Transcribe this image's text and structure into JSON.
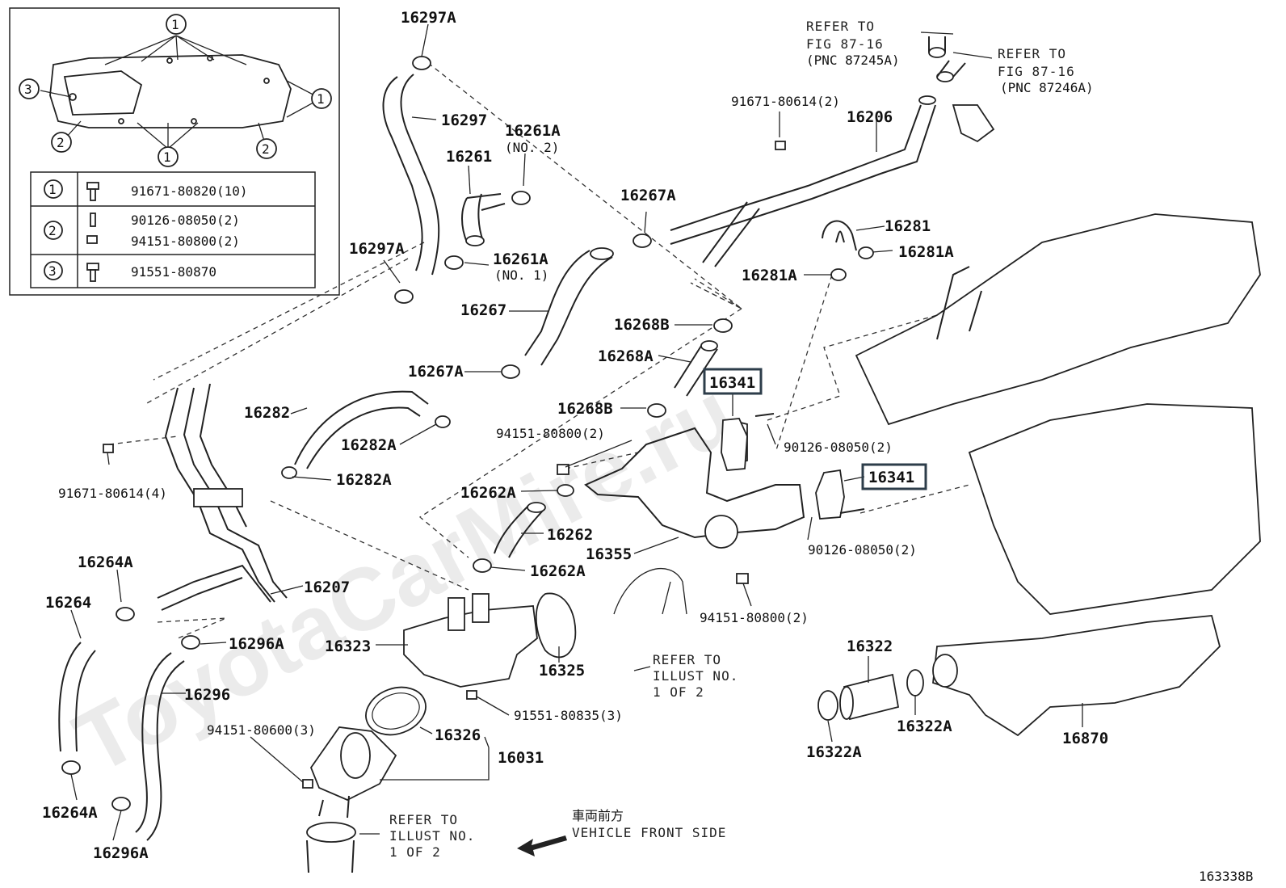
{
  "watermark": "ToyotaCarMire.ru",
  "figure_id": "163338B",
  "inset": {
    "callouts": [
      "1",
      "2",
      "3"
    ],
    "legend": [
      {
        "num": "1",
        "lines": [
          "91671-80820(10)"
        ]
      },
      {
        "num": "2",
        "lines": [
          "90126-08050(2)",
          "94151-80800(2)"
        ]
      },
      {
        "num": "3",
        "lines": [
          "91551-80870"
        ]
      }
    ]
  },
  "refs": {
    "ref1": [
      "REFER TO",
      "FIG 87-16",
      "(PNC 87245A)"
    ],
    "ref2": [
      "REFER TO",
      "FIG 87-16",
      "(PNC 87246A)"
    ],
    "ref3": [
      "REFER TO",
      "ILLUST NO.",
      "1 OF 2"
    ],
    "ref4": [
      "REFER TO",
      "ILLUST NO.",
      "1 OF 2"
    ]
  },
  "front": {
    "jp": "車両前方",
    "en": "VEHICLE FRONT SIDE"
  },
  "labels": {
    "p16297A_top": "16297A",
    "p16297": "16297",
    "p16261": "16261",
    "p16261A_no2": "16261A",
    "no2": "(NO. 2)",
    "p16297A_left": "16297A",
    "p16261A_no1": "16261A",
    "no1": "(NO. 1)",
    "p16267A_top": "16267A",
    "p91671_80614_2": "91671-80614(2)",
    "p16206": "16206",
    "p16281": "16281",
    "p16281A_r": "16281A",
    "p16281A_l": "16281A",
    "p16267": "16267",
    "p16268B_top": "16268B",
    "p16268A": "16268A",
    "p16341_a": "16341",
    "p16267A_mid": "16267A",
    "p16282": "16282",
    "p16268B_bot": "16268B",
    "p16282A_r": "16282A",
    "p94151_80800_2a": "94151-80800(2)",
    "p90126_08050_2a": "90126-08050(2)",
    "p16341_b": "16341",
    "p16262A_top": "16262A",
    "p16282A_b": "16282A",
    "p91671_80614_4": "91671-80614(4)",
    "p16262": "16262",
    "p16355": "16355",
    "p90126_08050_2b": "90126-08050(2)",
    "p16264A_top": "16264A",
    "p16262A_bot": "16262A",
    "p16207": "16207",
    "p16264": "16264",
    "p94151_80800_2b": "94151-80800(2)",
    "p16296A_top": "16296A",
    "p16323": "16323",
    "p16322": "16322",
    "p16325": "16325",
    "p16296": "16296",
    "p91551_80835_3": "91551-80835(3)",
    "p16322A_r": "16322A",
    "p94151_80600_3": "94151-80600(3)",
    "p16326": "16326",
    "p16870": "16870",
    "p16031": "16031",
    "p16322A_l": "16322A",
    "p16264A_bot": "16264A",
    "p16296A_bot": "16296A"
  }
}
